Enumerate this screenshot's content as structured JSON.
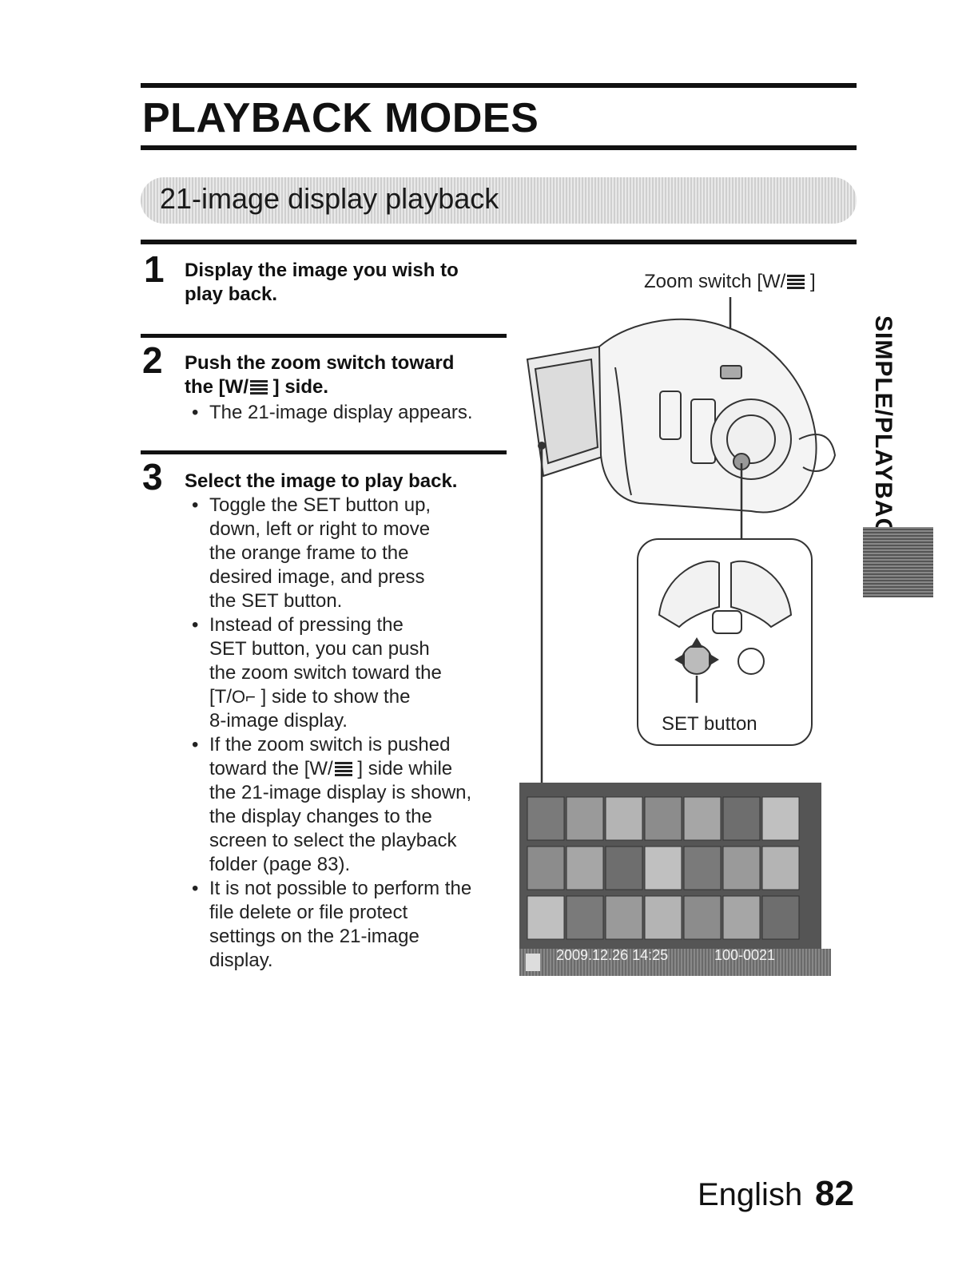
{
  "page": {
    "title": "PLAYBACK MODES",
    "section_heading": "21-image display playback",
    "side_tab": "SIMPLE/PLAYBACK",
    "footer_language": "English",
    "page_number": "82"
  },
  "steps": [
    {
      "number": "1",
      "title": [
        "Display the image you wish to",
        "play back."
      ]
    },
    {
      "number": "2",
      "title_line1": "Push the zoom switch toward",
      "title_line2_pre": "the [W/",
      "title_line2_post": " ] side.",
      "bullets": [
        "The 21-image display appears."
      ]
    },
    {
      "number": "3",
      "title": "Select the image to play back.",
      "bullet1": [
        "Toggle the SET button up,",
        "down, left or right to move",
        "the orange frame to the",
        "desired image, and press",
        "the SET button."
      ],
      "bullet2": {
        "lines_before": [
          "Instead of pressing the",
          "SET button, you can push",
          "the zoom switch toward the"
        ],
        "icon_line_pre": "[T/",
        "icon_glyph": "O⌐",
        "icon_line_post": " ] side to show the",
        "lines_after": [
          "8-image display."
        ]
      },
      "bullet3": {
        "line1": "If the zoom switch is pushed",
        "line2_pre": "toward the [W/",
        "line2_post": " ] side while",
        "lines_after": [
          "the 21-image display is shown,",
          "the display changes to the",
          "screen to select the playback",
          "folder (page 83)."
        ]
      },
      "bullet4": [
        "It is not possible to perform the",
        "file delete or file protect",
        "settings on the 21-image",
        "display."
      ]
    }
  ],
  "figure": {
    "zoom_label_pre": "Zoom switch [W/",
    "zoom_label_post": " ]",
    "set_button_label": "SET button",
    "screen_datetime": "2009.12.26  14:25",
    "screen_file": "100-0021"
  },
  "colors": {
    "rule": "#111111",
    "banner_light": "#e9e9e9",
    "banner_dark": "#cfcfcf",
    "tab_block": "#777777"
  }
}
